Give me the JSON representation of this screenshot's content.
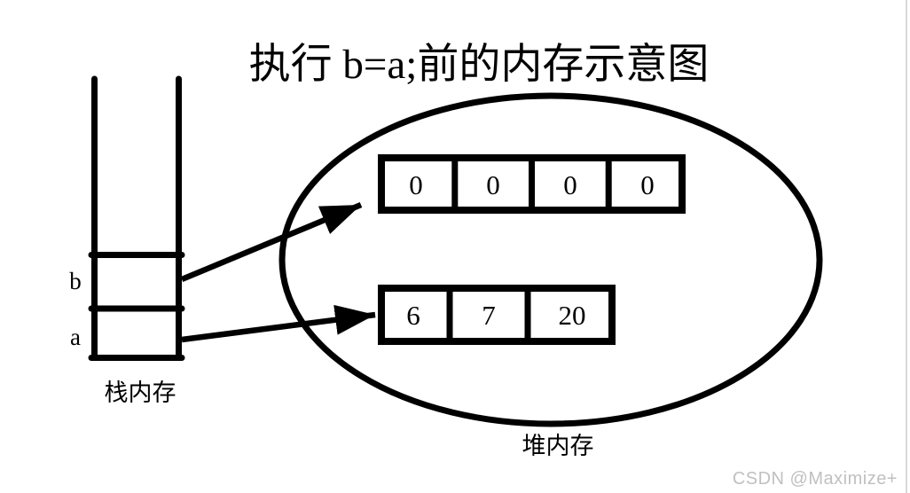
{
  "title": "执行 b=a;前的内存示意图",
  "colors": {
    "line": "#000000",
    "watermark": "#c0c0c0",
    "page_edge": "#d9d9d9",
    "background": "#ffffff"
  },
  "stack": {
    "caption": "栈内存",
    "cells": [
      {
        "label": "b"
      },
      {
        "label": "a"
      }
    ]
  },
  "heap": {
    "caption": "堆内存",
    "arrays": [
      {
        "values": [
          "0",
          "0",
          "0",
          "0"
        ]
      },
      {
        "values": [
          "6",
          "7",
          "20"
        ]
      }
    ]
  },
  "watermark": "CSDN @Maximize+"
}
